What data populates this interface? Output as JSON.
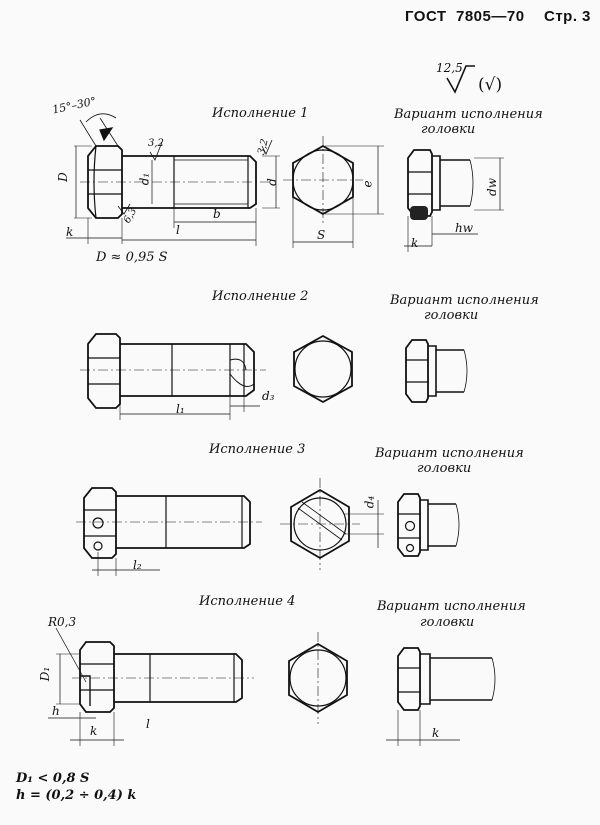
{
  "header": {
    "standard": "ГОСТ",
    "number": "7805—70",
    "page_label": "Стр.",
    "page_number": "3"
  },
  "roughness": {
    "value": "12,5",
    "symbol_paren": "(√)"
  },
  "section1": {
    "title": "Исполнение 1",
    "variant_title_line1": "Вариант исполнения",
    "variant_title_line2": "головки",
    "dim_angle": "15°–30°",
    "dim_D": "D",
    "dim_k": "k",
    "dim_l": "l",
    "dim_b": "b",
    "dim_d1": "d₁",
    "dim_d": "d",
    "dim_rough1": "3,2",
    "dim_rough2": "3,2",
    "dim_rough3": "6,3",
    "dim_e": "e",
    "dim_s": "S",
    "dim_dw": "dw",
    "dim_hw": "hw",
    "dim_k2": "k",
    "formula_D": "D ≈ 0,95 S"
  },
  "section2": {
    "title": "Исполнение 2",
    "variant_title_line1": "Вариант исполнения",
    "variant_title_line2": "головки",
    "dim_l1": "l₁",
    "dim_d3": "d₃"
  },
  "section3": {
    "title": "Исполнение 3",
    "variant_title_line1": "Вариант исполнения",
    "variant_title_line2": "головки",
    "dim_l2": "l₂",
    "dim_d4": "d₄"
  },
  "section4": {
    "title": "Исполнение 4",
    "variant_title_line1": "Вариант исполнения",
    "variant_title_line2": "головки",
    "dim_R": "R0,3",
    "dim_D1": "D₁",
    "dim_h": "h",
    "dim_k": "k",
    "dim_l": "l",
    "dim_k2": "k"
  },
  "footer": {
    "formula1": "D₁ < 0,8 S",
    "formula2": "h = (0,2 ÷ 0,4) k"
  }
}
